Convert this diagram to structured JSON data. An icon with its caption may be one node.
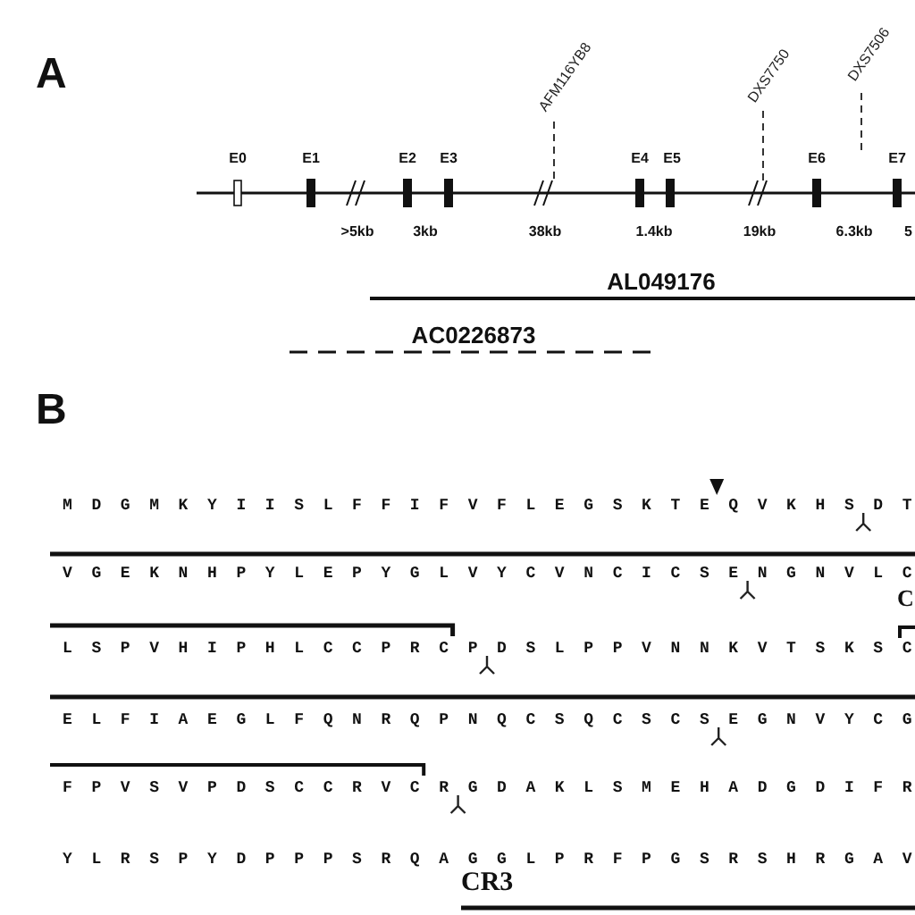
{
  "diagram": {
    "nodes": [
      {
        "text": [
          "AFM116YB8"
        ]
      },
      {
        "text": [
          "DXS7750"
        ]
      },
      {
        "text": [
          "DXS7506"
        ]
      },
      {
        "text": [],
        "shape": "break"
      },
      {
        "text": [],
        "shape": "break"
      }
    ],
    "edges": [
      {
        "from": 0,
        "to": 3,
        "arrow": "none",
        "style": "dashed"
      },
      {
        "from": 1,
        "to": 4,
        "arrow": "none",
        "style": "dashed"
      },
      {
        "from": 2,
        "to": null,
        "arrow": "none",
        "style": "dashed"
      }
    ],
    "labels": [
      "A",
      "E0",
      "E1",
      "E2",
      "E3",
      "E4",
      "E5",
      "E6",
      "E7",
      ">5kb",
      "3kb",
      "38kb",
      "1.4kb",
      "19kb",
      "6.3kb",
      "5",
      "AL049176",
      "AC0226873",
      "B",
      "M D G M K Y I I S L F F I F V F L E G S K T E Q V K H S D T",
      "V G E K N H P Y L E P Y G L V Y C V N C I C S E N G N V L C",
      "L S P V H I P H L C C P R C P D S L P P V N N K V T S K S C",
      "E L F I A E G L F Q N R Q P N Q C S Q C S C S E G N V Y C G",
      "F P V S V P D S C C R V C R G D A K L S M E H A D G D I F R",
      "Y L R S P Y D P P P S R Q A G G L P R F P G S R S H R G A V",
      "C",
      "CR3"
    ]
  }
}
